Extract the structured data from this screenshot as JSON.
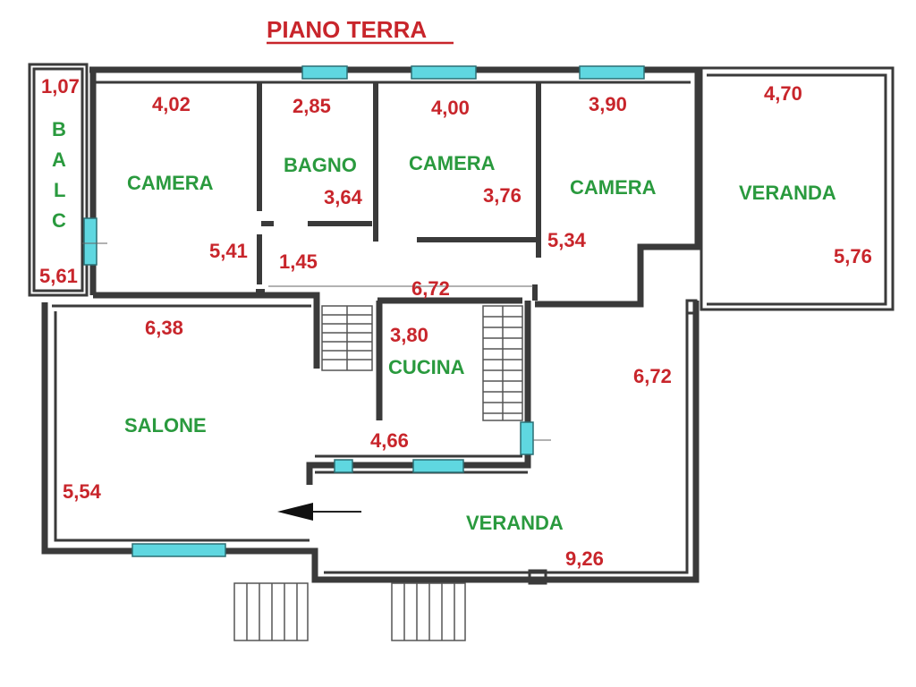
{
  "title": "PIANO TERRA",
  "rooms": {
    "balc": [
      "B",
      "A",
      "L",
      "C"
    ],
    "camera1": "CAMERA",
    "bagno": "BAGNO",
    "camera2": "CAMERA",
    "camera3": "CAMERA",
    "veranda_top": "VERANDA",
    "salone": "SALONE",
    "cucina": "CUCINA",
    "veranda_bottom": "VERANDA"
  },
  "dimensions": {
    "balc_w": "1,07",
    "balc_h": "5,61",
    "camera1_w": "4,02",
    "camera1_h": "5,41",
    "bagno_w": "2,85",
    "bagno_h": "3,64",
    "corridor_w": "1,45",
    "camera2_w": "4,00",
    "camera2_h": "3,76",
    "camera3_w": "3,90",
    "camera3_h": "5,34",
    "veranda_top_w": "4,70",
    "veranda_top_h": "5,76",
    "hall_w": "6,72",
    "salone_w": "6,38",
    "salone_h": "5,54",
    "cucina_w": "3,80",
    "cucina_bottom": "4,66",
    "veranda_bottom_h": "6,72",
    "veranda_bottom_w": "9,26"
  },
  "colors": {
    "dimension_text": "#c8252b",
    "room_text": "#2a9a3e",
    "window": "#5fd7e0",
    "wall": "#3a3a3a"
  }
}
